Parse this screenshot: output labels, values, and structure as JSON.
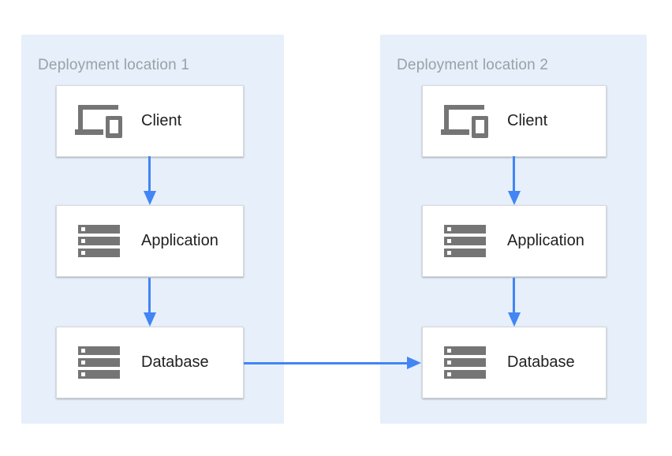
{
  "diagram": {
    "locations": [
      {
        "title": "Deployment location 1",
        "nodes": [
          {
            "label": "Client",
            "icon": "devices-icon"
          },
          {
            "label": "Application",
            "icon": "servers-icon"
          },
          {
            "label": "Database",
            "icon": "servers-icon"
          }
        ]
      },
      {
        "title": "Deployment location 2",
        "nodes": [
          {
            "label": "Client",
            "icon": "devices-icon"
          },
          {
            "label": "Application",
            "icon": "servers-icon"
          },
          {
            "label": "Database",
            "icon": "servers-icon"
          }
        ]
      }
    ],
    "connections": [
      {
        "from": "location-1-client",
        "to": "location-1-application",
        "direction": "down"
      },
      {
        "from": "location-1-application",
        "to": "location-1-database",
        "direction": "down"
      },
      {
        "from": "location-2-client",
        "to": "location-2-application",
        "direction": "down"
      },
      {
        "from": "location-2-application",
        "to": "location-2-database",
        "direction": "down"
      },
      {
        "from": "location-1-database",
        "to": "location-2-database",
        "direction": "right"
      }
    ],
    "colors": {
      "canvas_bg": "#FFFFFF",
      "panel_bg": "#E6EFFA",
      "arrow": "#4285F4",
      "icon": "#757575",
      "panel_title_text": "#9AA0A6",
      "node_text": "#212121",
      "node_border": "#D7D9DC"
    }
  }
}
